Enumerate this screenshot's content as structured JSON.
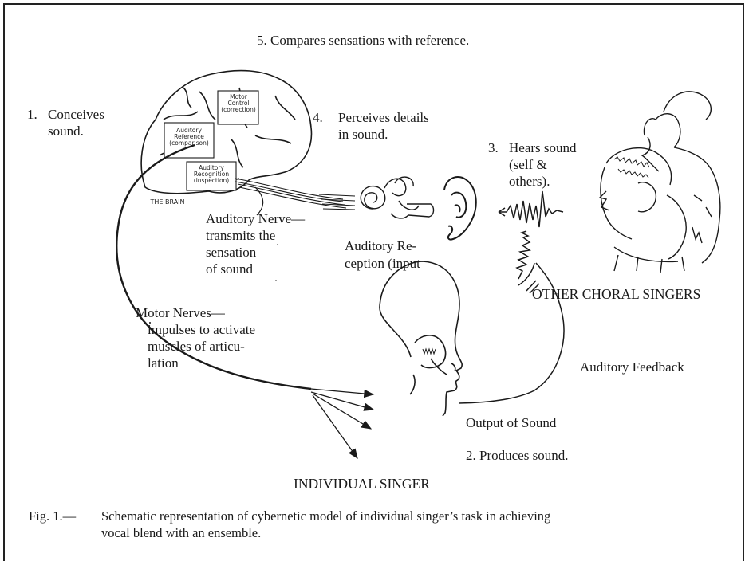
{
  "labels": {
    "step5": "5.  Compares sensations with reference.",
    "step1_num": "1.",
    "step1_line1": "Conceives",
    "step1_line2": "sound.",
    "step4_num": "4.",
    "step4_line1": "Perceives details",
    "step4_line2": "in sound.",
    "step3_num": "3.",
    "step3_line1": "Hears sound",
    "step3_line2": "(self &",
    "step3_line3": "others).",
    "auditory_nerve_1": "Auditory Nerve—",
    "auditory_nerve_2": "transmits the",
    "auditory_nerve_3": "sensation",
    "auditory_nerve_4": "of sound",
    "auditory_reception_1": "Auditory Re-",
    "auditory_reception_2": "ception (input",
    "other_singers": "OTHER CHORAL SINGERS",
    "motor_nerves_1": "Motor Nerves—",
    "motor_nerves_2": "impulses to activate",
    "motor_nerves_3": "muscles of articu-",
    "motor_nerves_4": "lation",
    "auditory_feedback": "Auditory Feedback",
    "output_of_sound": "Output of Sound",
    "step2": "2.  Produces sound.",
    "individual_singer": "INDIVIDUAL SINGER"
  },
  "brain_boxes": {
    "motor_control": [
      "Motor",
      "Control",
      "(correction)"
    ],
    "auditory_reference": [
      "Auditory",
      "Reference",
      "(comparison)"
    ],
    "auditory_recognition": [
      "Auditory",
      "Recognition",
      "(inspection)"
    ],
    "the_brain": "THE BRAIN"
  },
  "caption": {
    "fig": "Fig. 1.—",
    "line1": "Schematic representation of cybernetic model of individual singer’s task in achieving",
    "line2": "vocal blend with an ensemble."
  }
}
